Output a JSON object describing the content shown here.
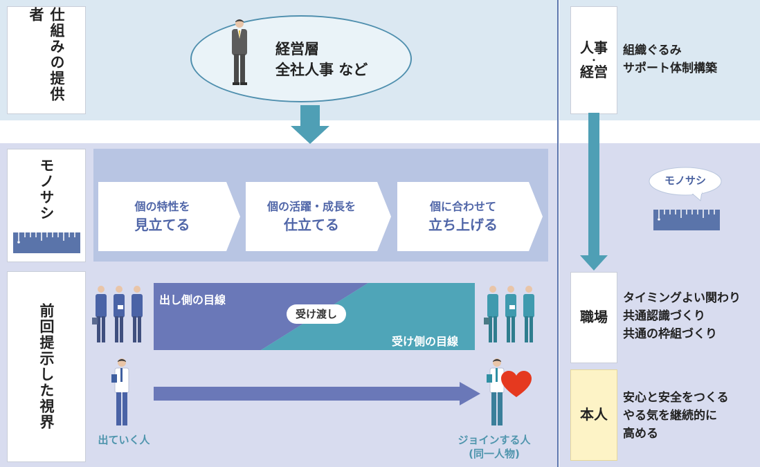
{
  "left": {
    "provider_label": "仕組みの提供者",
    "ruler_label": "モノサシ",
    "vision_label": "前回提示した視界"
  },
  "top": {
    "executive_line1": "経営層",
    "executive_line2": "全社人事 など"
  },
  "ruler_steps": [
    {
      "line1": "個の特性を",
      "line2": "見立てる"
    },
    {
      "line1": "個の活躍・成長を",
      "line2": "仕立てる"
    },
    {
      "line1": "個に合わせて",
      "line2": "立ち上げる"
    }
  ],
  "vision": {
    "sender_view": "出し側の目線",
    "handover": "受け渡し",
    "receiver_view": "受け側の目線",
    "leaving_person": "出ていく人",
    "joining_person_line1": "ジョインする人",
    "joining_person_line2": "(同一人物)"
  },
  "right": {
    "hr": {
      "label_line1": "人事",
      "label_dot": "・",
      "label_line2": "経営",
      "desc_line1": "組織ぐるみ",
      "desc_line2": "サポート体制構築"
    },
    "ruler_bubble": "モノサシ",
    "workplace": {
      "label": "職場",
      "desc_line1": "タイミングよい関わり",
      "desc_line2": "共通認識づくり",
      "desc_line3": "共通の枠組づくり"
    },
    "self": {
      "label": "本人",
      "desc_line1": "安心と安全をつくる",
      "desc_line2": "やる気を継続的に",
      "desc_line3": "高める"
    }
  },
  "colors": {
    "navy": "#6a78b8",
    "teal": "#4fa5b8",
    "arrow": "#4f9fb5",
    "heart": "#e5391f"
  }
}
